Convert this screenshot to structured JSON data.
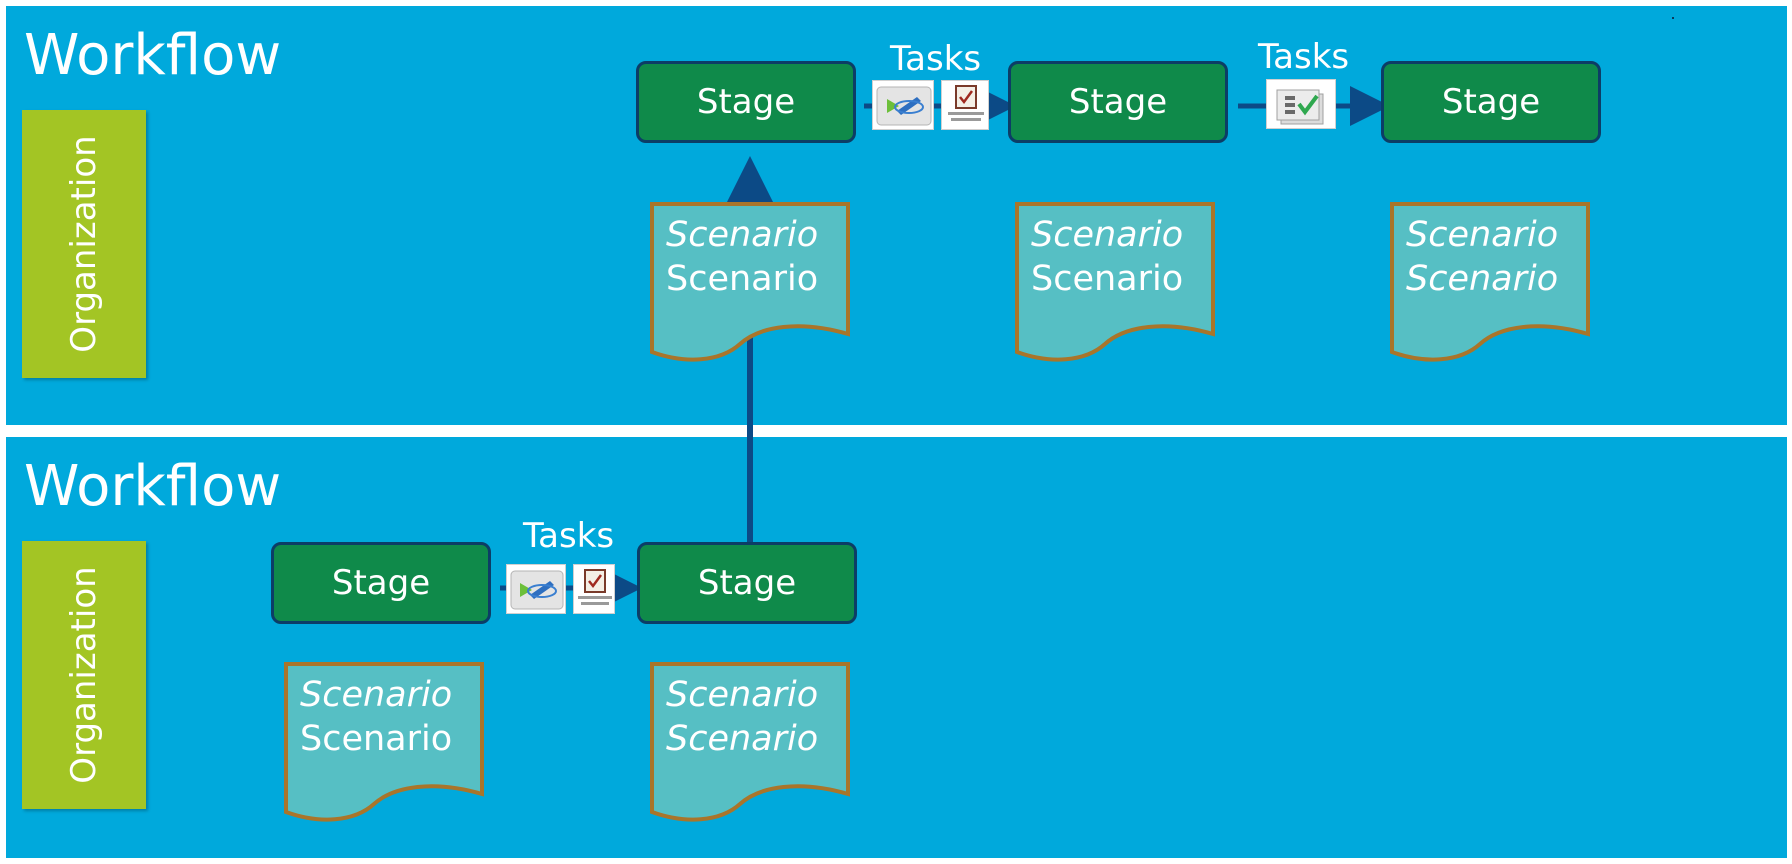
{
  "workflows": [
    {
      "title": "Workflow",
      "organization": "Organization",
      "stages": [
        "Stage",
        "Stage",
        "Stage"
      ],
      "tasks_labels": [
        "Tasks",
        "Tasks"
      ],
      "documents": [
        {
          "line1": "Scenario",
          "line2": "Scenario"
        },
        {
          "line1": "Scenario",
          "line2": "Scenario"
        },
        {
          "line1": "Scenario",
          "line2": "Scenario"
        }
      ]
    },
    {
      "title": "Workflow",
      "organization": "Organization",
      "stages": [
        "Stage",
        "Stage"
      ],
      "tasks_labels": [
        "Tasks"
      ],
      "documents": [
        {
          "line1": "Scenario",
          "line2": "Scenario"
        },
        {
          "line1": "Scenario",
          "line2": "Scenario"
        }
      ]
    }
  ],
  "icons": [
    "process-task-icon",
    "review-checklist-icon",
    "approval-stack-icon"
  ],
  "colors": {
    "panel": "#00a9dc",
    "organization": "#a3c524",
    "stage": "#0f8a4a",
    "stage_border": "#0c3d66",
    "document": "#56bfc4",
    "document_border": "#a9752a",
    "connector": "#0c4a86"
  }
}
